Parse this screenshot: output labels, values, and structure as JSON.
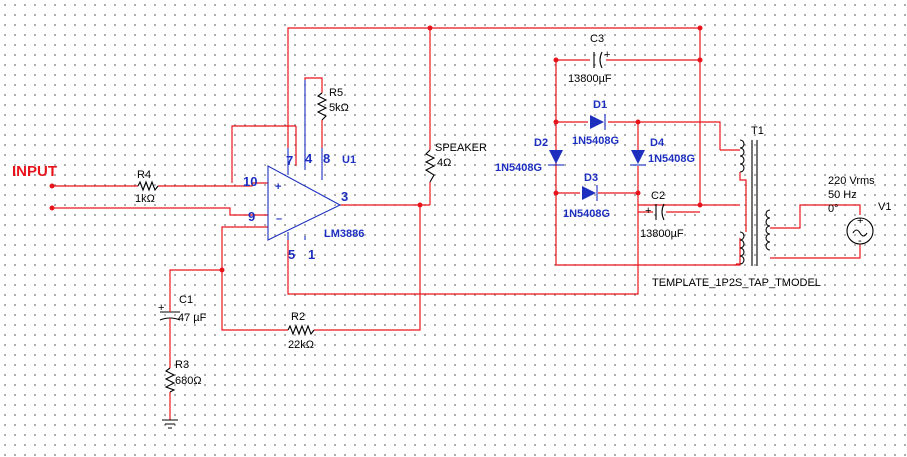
{
  "input_label": "INPUT",
  "u1": {
    "ref": "U1",
    "part": "LM3886",
    "pins": {
      "p7": "7",
      "p4": "4",
      "p8": "8",
      "p10": "10",
      "p9": "9",
      "p3": "3",
      "p5": "5",
      "p1": "1"
    }
  },
  "r4": {
    "ref": "R4",
    "value": "1kΩ"
  },
  "r5": {
    "ref": "R5",
    "value": "5kΩ"
  },
  "r2": {
    "ref": "R2",
    "value": "22kΩ"
  },
  "r3": {
    "ref": "R3",
    "value": "680Ω"
  },
  "c1": {
    "ref": "C1",
    "value": "47 µF"
  },
  "c2": {
    "ref": "C2",
    "value": "13800µF"
  },
  "c3": {
    "ref": "C3",
    "value": "13800µF"
  },
  "speaker": {
    "ref": "SPEAKER",
    "value": "4Ω"
  },
  "d1": {
    "ref": "D1",
    "part": "1N5408G"
  },
  "d2": {
    "ref": "D2",
    "part": "1N5408G"
  },
  "d3": {
    "ref": "D3",
    "part": "1N5408G"
  },
  "d4": {
    "ref": "D4",
    "part": "1N5408G"
  },
  "t1": {
    "ref": "T1",
    "model": "TEMPLATE_1P2S_TAP_TMODEL"
  },
  "v1": {
    "ref": "V1",
    "voltage": "220 Vrms",
    "frequency": "50 Hz",
    "phase": "0°"
  },
  "colors": {
    "wire": "#e8141c",
    "component_label": "#1c2fbf",
    "text": "#000000",
    "grid_dot": "#7a7a7a"
  }
}
